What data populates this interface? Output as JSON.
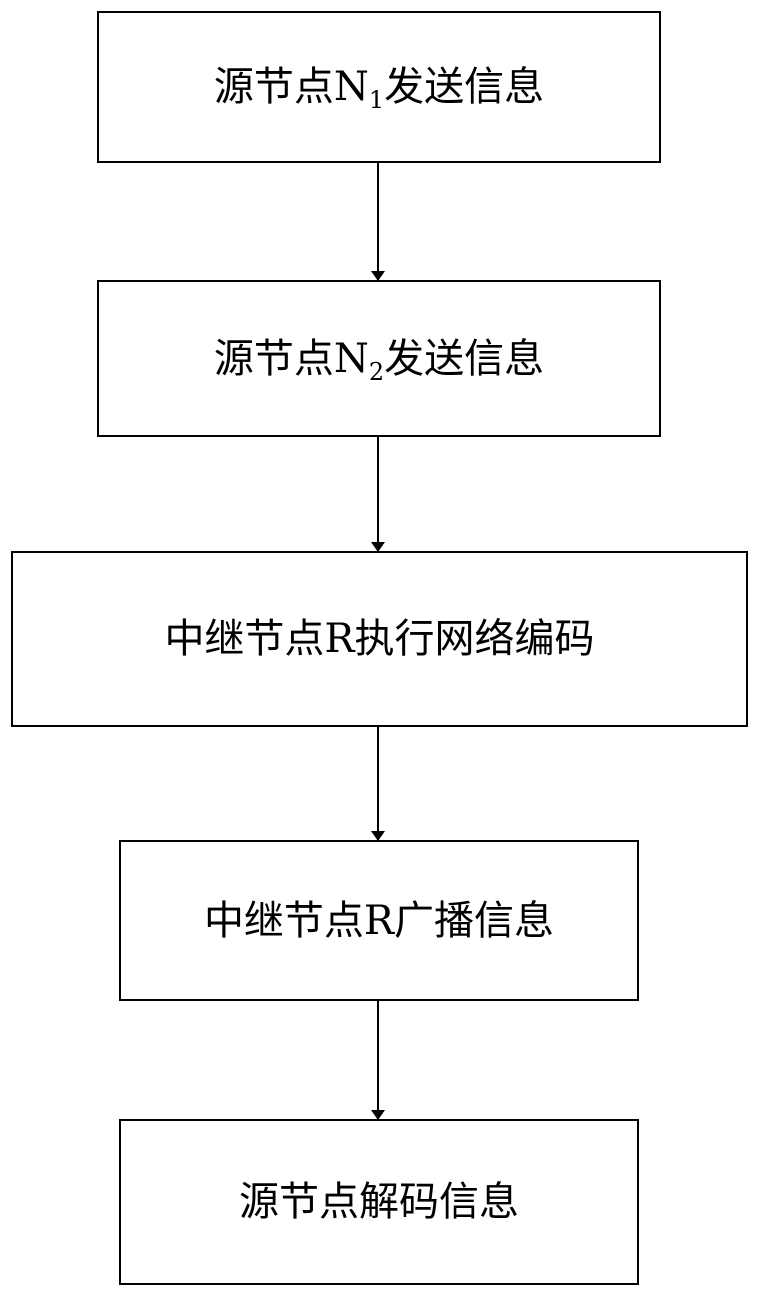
{
  "diagram": {
    "nodes": [
      {
        "id": "b1",
        "text_main": "源节点N",
        "subscript": "1",
        "text_tail": "发送信息"
      },
      {
        "id": "b2",
        "text_main": "源节点N",
        "subscript": "2",
        "text_tail": "发送信息"
      },
      {
        "id": "b3",
        "text_main": "中继节点R执行网络编码"
      },
      {
        "id": "b4",
        "text_main": "中继节点R广播信息"
      },
      {
        "id": "b5",
        "text_main": "源节点解码信息"
      }
    ],
    "edges": [
      {
        "from": "b1",
        "to": "b2"
      },
      {
        "from": "b2",
        "to": "b3"
      },
      {
        "from": "b3",
        "to": "b4"
      },
      {
        "from": "b4",
        "to": "b5"
      }
    ]
  }
}
